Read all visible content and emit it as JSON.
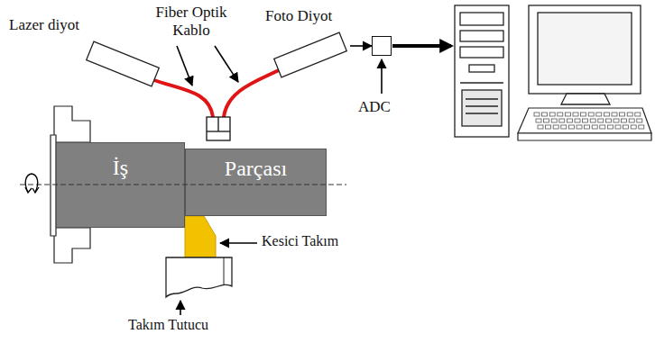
{
  "diagram": {
    "nodes": [
      {
        "text": [
          "Lazer diyot"
        ]
      },
      {
        "text": [
          "Foto Diyot"
        ]
      },
      {
        "text": [
          "ADC"
        ]
      },
      {
        "text": [
          "İş"
        ]
      },
      {
        "text": [
          "Parçası"
        ]
      }
    ],
    "edges": [
      {
        "from": 1,
        "to": 2,
        "arrow": "to"
      }
    ],
    "labels": [
      "Fiber Optik Kablo",
      "Kesici Takım",
      "Takım Tutucu"
    ]
  }
}
